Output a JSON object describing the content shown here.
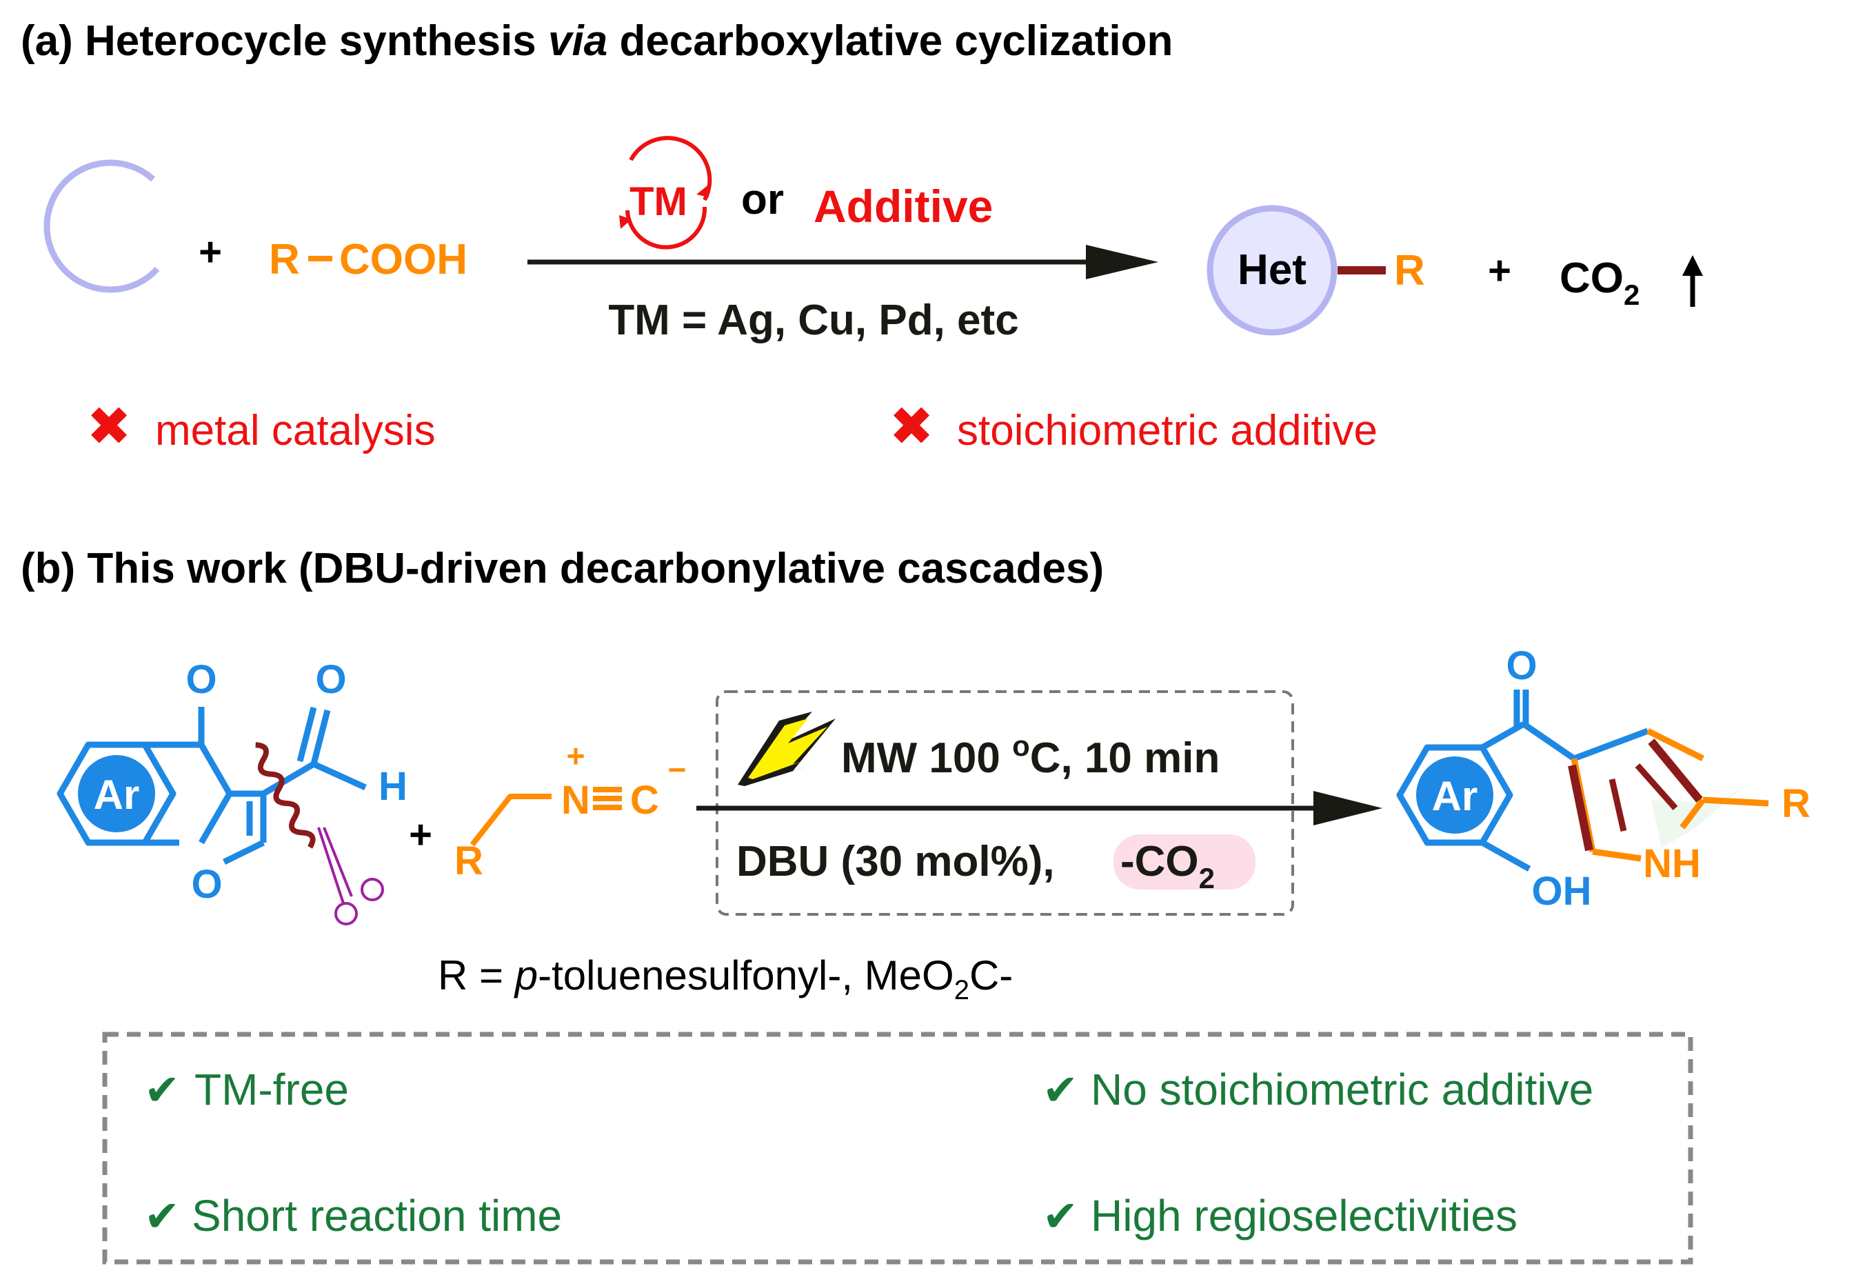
{
  "section_a": {
    "label_prefix": "(a) Heterocycle synthesis ",
    "label_italic": "via",
    "label_suffix": " decarboxylative cyclization",
    "plus_1": "+",
    "acid_r": "R",
    "acid_group": "COOH",
    "catalyst_tm": "TM",
    "or_text": "or",
    "additive": "Additive",
    "tm_definition": "TM = Ag, Cu, Pd, etc",
    "product_het": "Het",
    "product_r": "R",
    "plus_2": "+",
    "co2_base": "CO",
    "co2_sub": "2",
    "drawback_1": "metal catalysis",
    "drawback_2": "stoichiometric additive"
  },
  "section_b": {
    "label": "(b) This work (DBU-driven decarbonylative cascades)",
    "chromone": {
      "ring_label": "Ar",
      "o_ketone": "O",
      "o_aldehyde": "O",
      "h_aldehyde": "H",
      "o_ring": "O"
    },
    "plus": "+",
    "isocyanide": {
      "r": "R",
      "n": "N",
      "c": "C",
      "charge_plus": "+",
      "charge_minus": "−"
    },
    "condition_top_prefix": "MW 100 ",
    "condition_top_sup": "o",
    "condition_top_suffix": "C, 10 min",
    "condition_bottom": "DBU (30 mol%),",
    "co2_loss_base": "-CO",
    "co2_loss_sub": "2",
    "product": {
      "ring_label": "Ar",
      "o_ketone": "O",
      "oh": "OH",
      "nh": "NH",
      "r": "R"
    },
    "r_definition_prefix": "R = ",
    "r_definition_italic": "p",
    "r_definition_mid": "-toluenesulfonyl-, MeO",
    "r_definition_sub": "2",
    "r_definition_suffix": "C-",
    "advantages": [
      "TM-free",
      "No stoichiometric additive",
      "Short reaction time",
      "High regioselectivities"
    ]
  },
  "colors": {
    "blue": "#1e88e5",
    "orange": "#ff8c00",
    "red": "#ee1111",
    "dark_red": "#8b1a1a",
    "green": "#1a7a3a",
    "lavender": "#b4b4f0",
    "magenta": "#a020a0",
    "arrow": "#1a1a14"
  }
}
